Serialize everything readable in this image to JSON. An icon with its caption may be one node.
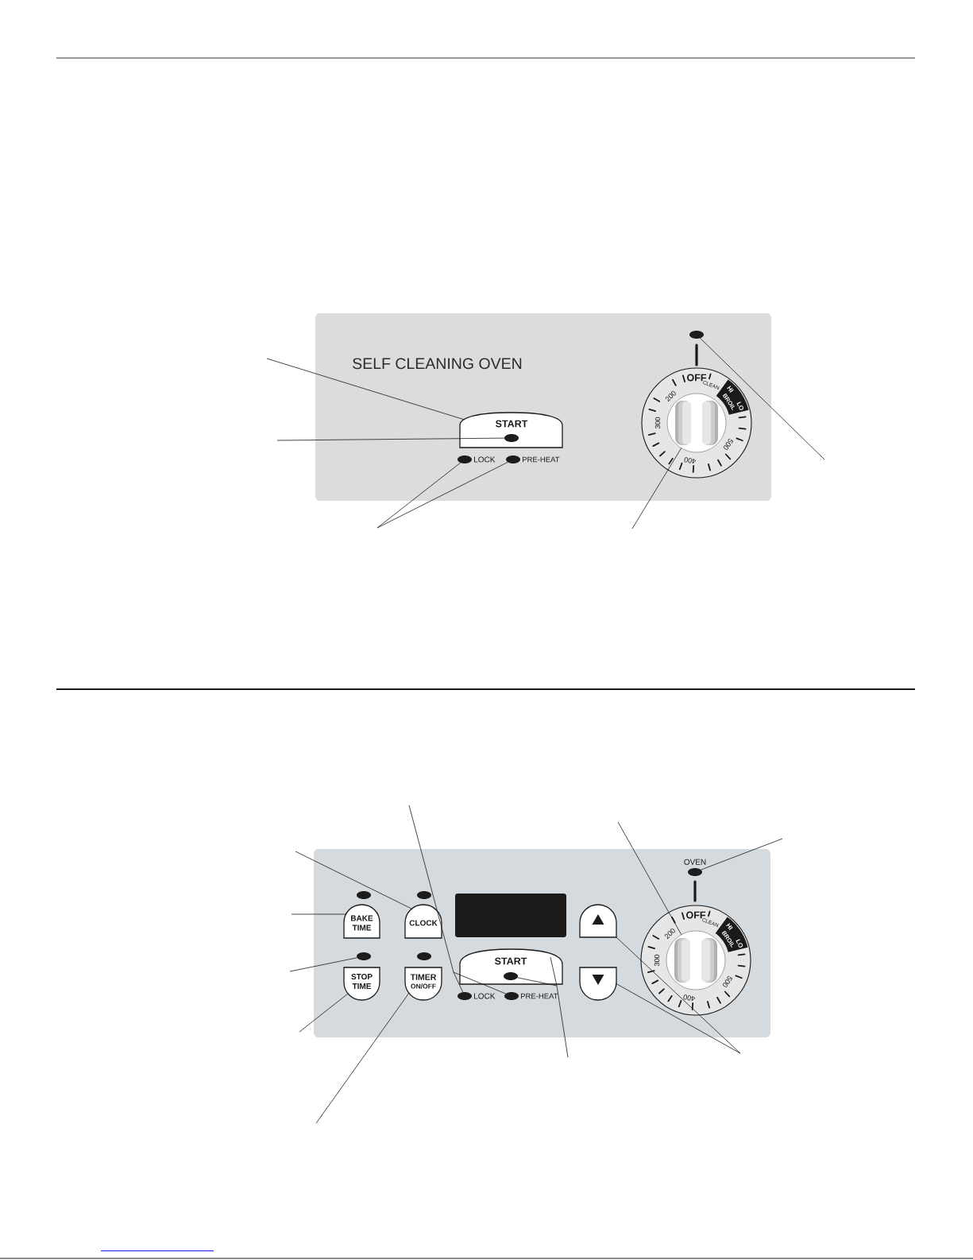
{
  "diagram": {
    "nodes": [
      {
        "text": [
          "SELF CLEANING OVEN"
        ]
      },
      {
        "text": [
          "START"
        ],
        "in": 0
      },
      {
        "text": [],
        "shape": "ellipse",
        "in": 1
      },
      {
        "text": [],
        "shape": "ellipse",
        "beside": [
          "LOCK"
        ],
        "in": 0
      },
      {
        "text": [],
        "shape": "ellipse",
        "beside": [
          "PRE-HEAT"
        ],
        "in": 0
      },
      {
        "text": [
          "OFF",
          "CLEAN",
          "HI",
          "BROIL",
          "LO",
          "500",
          "400",
          "300",
          "200"
        ],
        "in": 0
      },
      {
        "text": [],
        "shape": "circle",
        "in": 5
      },
      {
        "text": [],
        "shape": "ellipse",
        "in": 0
      },
      {
        "text": [],
        "shape": "box"
      },
      {
        "text": [
          "BAKE TIME"
        ],
        "in": 8
      },
      {
        "text": [
          "CLOCK"
        ],
        "in": 8
      },
      {
        "text": [],
        "shape": "ellipse",
        "in": 8
      },
      {
        "text": [
          "STOP TIME"
        ],
        "in": 8
      },
      {
        "text": [
          "TIMER",
          "ON/OFF"
        ],
        "in": 8
      },
      {
        "text": [
          "START"
        ],
        "in": 8
      },
      {
        "text": [],
        "shape": "ellipse",
        "in": 14
      },
      {
        "text": [],
        "shape": "ellipse",
        "beside": [
          "LOCK"
        ],
        "in": 8
      },
      {
        "text": [],
        "shape": "ellipse",
        "beside": [
          "PRE-HEAT"
        ],
        "in": 8
      },
      {
        "text": [],
        "shape": "box",
        "in": 8
      },
      {
        "text": [],
        "shape": "box",
        "in": 8
      },
      {
        "text": [
          "OFF",
          "CLEAN",
          "HI",
          "BROIL",
          "LO",
          "500",
          "400",
          "300",
          "200"
        ],
        "in": 8
      },
      {
        "text": [],
        "shape": "circle",
        "in": 20
      },
      {
        "text": [],
        "shape": "ellipse",
        "beside": [
          "OVEN"
        ],
        "in": 8
      },
      {
        "text": [],
        "shape": "box",
        "in": 8
      }
    ],
    "edges": [
      {
        "from": null,
        "to": 1,
        "arrow": "none"
      },
      {
        "from": null,
        "to": 2,
        "arrow": "none"
      },
      {
        "from": null,
        "to": 3,
        "arrow": "none"
      },
      {
        "from": null,
        "to": 4,
        "arrow": "none"
      },
      {
        "from": null,
        "to": 6,
        "arrow": "none"
      },
      {
        "from": null,
        "to": 7,
        "arrow": "none"
      },
      {
        "from": null,
        "to": 16,
        "arrow": "none"
      },
      {
        "from": null,
        "to": 17,
        "arrow": "none"
      },
      {
        "from": null,
        "to": 10,
        "arrow": "none"
      },
      {
        "from": null,
        "to": 9,
        "arrow": "none"
      },
      {
        "from": null,
        "to": 11,
        "arrow": "none"
      },
      {
        "from": null,
        "to": 12,
        "arrow": "none"
      },
      {
        "from": null,
        "to": 13,
        "arrow": "none"
      },
      {
        "from": null,
        "to": 14,
        "arrow": "none"
      },
      {
        "from": null,
        "to": 15,
        "arrow": "none"
      },
      {
        "from": null,
        "to": 21,
        "arrow": "none"
      },
      {
        "from": null,
        "to": 22,
        "arrow": "none"
      },
      {
        "from": null,
        "to": 18,
        "arrow": "none"
      },
      {
        "from": null,
        "to": 19,
        "arrow": "none"
      }
    ]
  }
}
